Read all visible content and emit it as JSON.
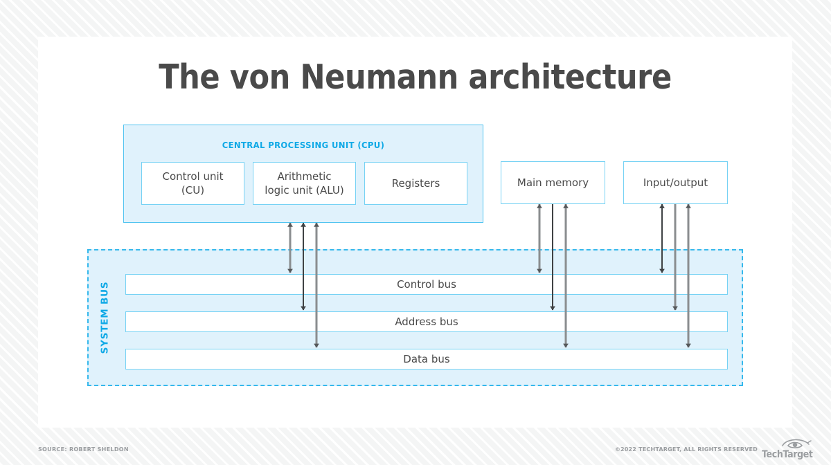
{
  "page": {
    "title": "The von Neumann architecture",
    "background_color": "#f7f8f8",
    "card_color": "#ffffff",
    "accent_color": "#0fa9e6",
    "panel_fill_color": "#e0f2fc",
    "panel_border_color": "#4fc3f0",
    "text_color": "#4a4a4a"
  },
  "cpu": {
    "heading": "CENTRAL PROCESSING UNIT (CPU)",
    "components": [
      {
        "label": "Control unit\n(CU)",
        "line1": "Control unit",
        "line2": "(CU)"
      },
      {
        "label": "Arithmetic logic unit (ALU)",
        "line1": "Arithmetic",
        "line2": "logic unit (ALU)"
      },
      {
        "label": "Registers",
        "line1": "Registers",
        "line2": ""
      }
    ]
  },
  "units": [
    {
      "label": "Main memory"
    },
    {
      "label": "Input/output"
    }
  ],
  "system_bus": {
    "label": "SYSTEM BUS",
    "buses": [
      {
        "label": "Control bus"
      },
      {
        "label": "Address bus"
      },
      {
        "label": "Data bus"
      }
    ]
  },
  "connections": {
    "arrow_color_dark": "#3f4244",
    "arrow_color_gray": "#8a8d8f",
    "description": "Each unit connects downward to the control, address and data buses; control bus link is bidirectional"
  },
  "footer": {
    "source": "SOURCE: ROBERT SHELDON",
    "copyright": "©2022 TECHTARGET, ALL RIGHTS RESERVED",
    "logo_text": "TechTarget",
    "logo_icon": "eye-icon"
  }
}
